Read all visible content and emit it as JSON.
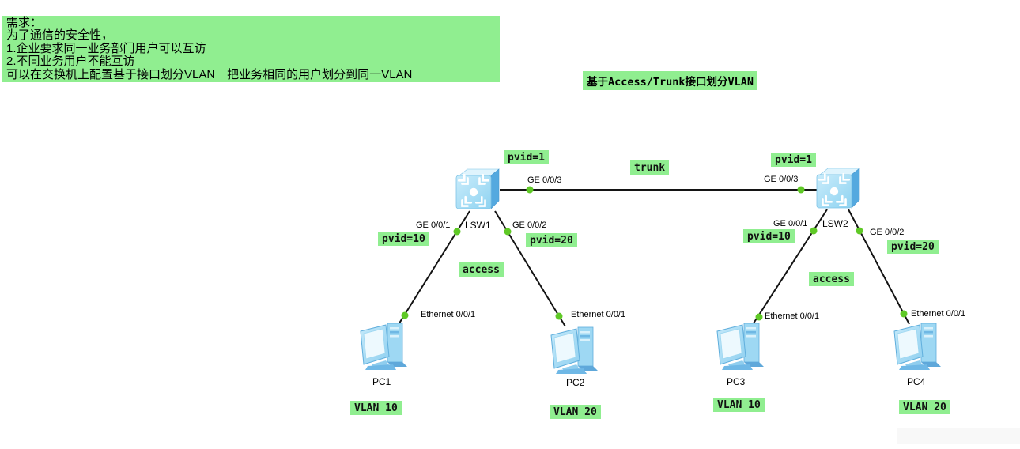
{
  "requirements": {
    "lines": [
      "需求：",
      "为了通信的安全性，",
      "1.企业要求同一业务部门用户可以互访",
      "2.不同业务用户不能互访",
      "可以在交换机上配置基于接口划分VLAN　把业务相同的用户划分到同一VLAN"
    ]
  },
  "caption": "基于Access/Trunk接口划分VLAN",
  "topology": {
    "trunk_label": "trunk",
    "switches": [
      {
        "name": "LSW1",
        "pvid": "pvid=1",
        "uplink_port": "GE 0/0/3",
        "access_label": "access",
        "left": {
          "port": "GE 0/0/1",
          "pvid": "pvid=10"
        },
        "right": {
          "port": "GE 0/0/2",
          "pvid": "pvid=20"
        }
      },
      {
        "name": "LSW2",
        "pvid": "pvid=1",
        "uplink_port": "GE 0/0/3",
        "access_label": "access",
        "left": {
          "port": "GE 0/0/1",
          "pvid": "pvid=10"
        },
        "right": {
          "port": "GE 0/0/2",
          "pvid": "pvid=20"
        }
      }
    ],
    "pcs": [
      {
        "name": "PC1",
        "port": "Ethernet 0/0/1",
        "vlan": "VLAN 10"
      },
      {
        "name": "PC2",
        "port": "Ethernet 0/0/1",
        "vlan": "VLAN 20"
      },
      {
        "name": "PC3",
        "port": "Ethernet 0/0/1",
        "vlan": "VLAN 10"
      },
      {
        "name": "PC4",
        "port": "Ethernet 0/0/1",
        "vlan": "VLAN 20"
      }
    ]
  },
  "colors": {
    "annotation_bg": "#90EE90",
    "port_dot": "#5FC926",
    "link_line": "#141414"
  }
}
